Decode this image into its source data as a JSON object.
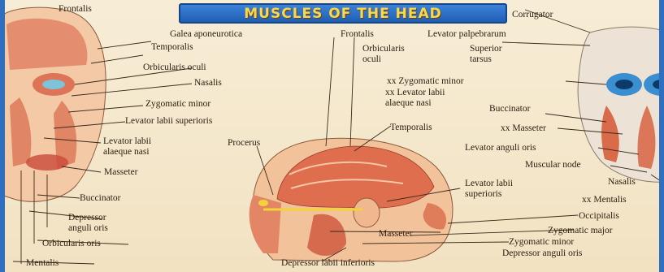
{
  "title": "MUSCLES OF THE HEAD",
  "colors": {
    "banner": "#2f6fbf",
    "title_text": "#f6d94c",
    "muscle": "#d96a4a",
    "skin": "#f4c9a6",
    "leader_line": "#3a2a1a",
    "background": "#f3e6c9"
  },
  "labels": {
    "frontalis_top": "Frontalis",
    "corrugator": "Corrugator",
    "galea": "Galea aponeurotica",
    "frontalis_center": "Frontalis",
    "levator_palp": "Levator palpebrarum",
    "temporalis_left": "Temporalis",
    "orb_oculi_center": "Orbicularis\noculi",
    "superior_tarsus": "Superior\ntarsus",
    "orb_oculi_left": "Orbicularis oculi",
    "zyg_minor_center": "xx Zygomatic minor",
    "nasalis_left": "Nasalis",
    "lev_labii_alaeque_center": "xx Levator labii\nalaeque nasi",
    "zyg_minor_left": "Zygomatic minor",
    "buccinator_right": "Buccinator",
    "lev_labii_sup_left": "Levator labii superioris",
    "masseter_right": "xx Masseter",
    "temporalis_center": "Temporalis",
    "lev_labii_alaeque_left": "Levator labii\nalaeque nasi",
    "procerus": "Procerus",
    "lev_anguli": "Levator anguli oris",
    "masseter_left": "Masseter",
    "muscular_node": "Muscular node",
    "nasalis_right": "Nasalis",
    "lev_labii_sup_center": "Levator labii\nsuperioris",
    "buccinator_left": "Buccinator",
    "mentalis_right": "xx Mentalis",
    "depressor_anguli_left": "Depressor\nanguli oris",
    "occipitalis": "Occipitalis",
    "zyg_major": "Zygomatic major",
    "orb_oris_left": "Orbicularis oris",
    "masseter_bottom": "Masseter",
    "zyg_minor_bottom": "Zygomatic minor",
    "mentalis_left": "Mentalis",
    "depressor_labii": "Depressor labii inferioris",
    "depressor_anguli_bottom": "Depressor anguli oris"
  }
}
